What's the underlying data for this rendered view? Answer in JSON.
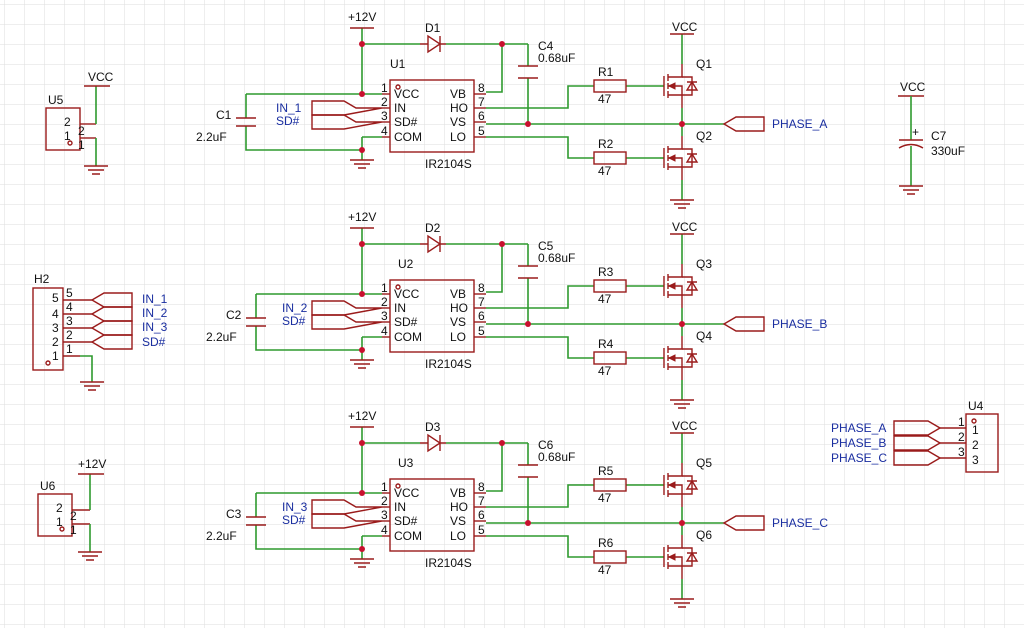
{
  "power": {
    "vcc": "VCC",
    "v12": "+12V"
  },
  "nets": {
    "in1": "IN_1",
    "in2": "IN_2",
    "in3": "IN_3",
    "sd": "SD#",
    "phase_a": "PHASE_A",
    "phase_b": "PHASE_B",
    "phase_c": "PHASE_C"
  },
  "driver": {
    "part": "IR2104S",
    "pins": {
      "vcc": "VCC",
      "in": "IN",
      "sd": "SD#",
      "com": "COM",
      "vb": "VB",
      "ho": "HO",
      "vs": "VS",
      "lo": "LO"
    },
    "nums": [
      "1",
      "2",
      "3",
      "4",
      "5",
      "6",
      "7",
      "8"
    ]
  },
  "stages": [
    {
      "u": "U1",
      "d": "D1",
      "cin": "C1",
      "cin_val": "2.2uF",
      "cb": "C4",
      "cb_val": "0.68uF",
      "rh": "R1",
      "rl": "R2",
      "r_val": "47",
      "qh": "Q1",
      "ql": "Q2",
      "in": "IN_1",
      "phase": "PHASE_A"
    },
    {
      "u": "U2",
      "d": "D2",
      "cin": "C2",
      "cin_val": "2.2uF",
      "cb": "C5",
      "cb_val": "0.68uF",
      "rh": "R3",
      "rl": "R4",
      "r_val": "47",
      "qh": "Q3",
      "ql": "Q4",
      "in": "IN_2",
      "phase": "PHASE_B"
    },
    {
      "u": "U3",
      "d": "D3",
      "cin": "C3",
      "cin_val": "2.2uF",
      "cb": "C6",
      "cb_val": "0.68uF",
      "rh": "R5",
      "rl": "R6",
      "r_val": "47",
      "qh": "Q5",
      "ql": "Q6",
      "in": "IN_3",
      "phase": "PHASE_C"
    }
  ],
  "connectors": {
    "u5": {
      "ref": "U5",
      "pins": [
        "2",
        "1"
      ],
      "nums": [
        "2",
        "1"
      ],
      "net": "VCC"
    },
    "h2": {
      "ref": "H2",
      "pins": [
        "5",
        "4",
        "3",
        "2",
        "1"
      ],
      "nums": [
        "5",
        "4",
        "3",
        "2",
        "1"
      ],
      "nets": [
        "IN_1",
        "IN_2",
        "IN_3",
        "SD#"
      ]
    },
    "u6": {
      "ref": "U6",
      "pins": [
        "2",
        "1"
      ],
      "nums": [
        "2",
        "1"
      ],
      "net": "+12V"
    },
    "u4": {
      "ref": "U4",
      "pins": [
        "1",
        "2",
        "3"
      ],
      "nums": [
        "1",
        "2",
        "3"
      ],
      "nets": [
        "PHASE_A",
        "PHASE_B",
        "PHASE_C"
      ]
    }
  },
  "bulk_cap": {
    "ref": "C7",
    "value": "330uF",
    "net": "VCC",
    "polarity": "+"
  },
  "colors": {
    "wire": "#2e9a2e",
    "symbol": "#9a1b1b",
    "label": "#1a2ea0",
    "junction": "#c8102e"
  }
}
